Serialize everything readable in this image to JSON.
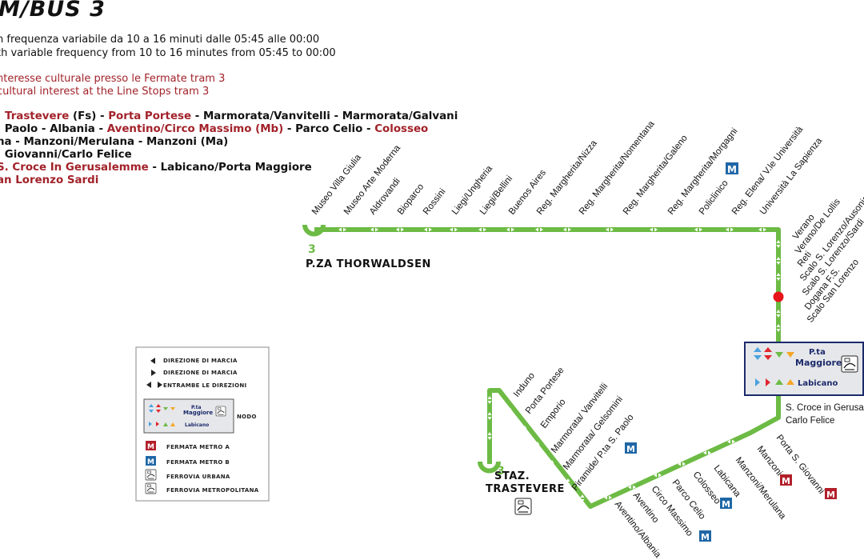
{
  "header": {
    "title": "M/BUS 3",
    "freq_it": "n frequenza variabile da 10 a 16 minuti dalle 05:45 alle 00:00",
    "freq_en": "th variable frequency from 10 to 16 minutes from 05:45 to 00:00",
    "cultural_it": "nteresse culturale presso le Fermate tram 3",
    "cultural_en": "cultural interest at the Line Stops tram 3"
  },
  "stop_lines": [
    [
      {
        "t": ": "
      },
      {
        "t": "Trastevere",
        "h": true
      },
      {
        "t": " (Fs) - "
      },
      {
        "t": "Porta Portese",
        "h": true
      },
      {
        "t": " - Marmorata/Vanvitelli - Marmorata/Galvani"
      }
    ],
    [
      {
        "t": ". Paolo - Albania - "
      },
      {
        "t": "Aventino/Circo Massimo (Mb)",
        "h": true
      },
      {
        "t": " - Parco Celio - "
      },
      {
        "t": "Colosseo",
        "h": true
      }
    ],
    [
      {
        "t": "na - Manzoni/Merulana - Manzoni (Ma)"
      }
    ],
    [
      {
        "t": ". Giovanni/Carlo Felice"
      }
    ],
    [
      {
        "t": "S. Croce In Gerusalemme",
        "h": true
      },
      {
        "t": " - Labicano/Porta Maggiore"
      }
    ],
    [
      {
        "t": "an Lorenzo Sardi",
        "h": true
      }
    ]
  ],
  "line_number": "3",
  "colors": {
    "line": "#6dbb45",
    "red": "#a2222a",
    "metro_a": "#b2202a",
    "metro_b": "#1f67a6",
    "node_border": "#1b2a6b",
    "node_bg": "#e6e7ea",
    "stop_marker": "#e8141b"
  },
  "terminals": {
    "thorwaldsen": "P.ZA THORWALDSEN",
    "trastevere_1": "STAZ.",
    "trastevere_2": "TRASTEVERE"
  },
  "top_stops": [
    "Museo Villa Giulia",
    "Museo Arte Moderna",
    "Aldrovandi",
    "Bioparco",
    "Rossini",
    "Liegi/Ungheria",
    "Liegi/Bellini",
    "Buenos Aires",
    "Reg. Margherita/Nizza",
    "Reg. Margherita/Nomentana",
    "Reg. Margherita/Galeno",
    "Reg. Margherita/Morgagni",
    "Policlinico",
    "Reg. Elena/ V.le Università",
    "Università La Sapienza"
  ],
  "right_stops": [
    "Verano",
    "Verano/De Lollis",
    "Reti",
    "Scalo S. Lorenzo/Ausonia",
    "Scalo S. Lorenzo/Sardi",
    "Dogana F.S.",
    "Scalo San Lorenzo"
  ],
  "node": {
    "top": "P.ta",
    "mid": "Maggiore",
    "bottom": "Labicano"
  },
  "south_stops_1": [
    "S. Croce in Gerusalemme",
    "Carlo Felice"
  ],
  "diag_stops": [
    "Porta S. Giovanni",
    "Manzoni",
    "Manzoni/Merulana",
    "Labicana",
    "Colosseo",
    "Parco Celio",
    "Circo Massimo",
    "Aventino",
    "Aventino/Albania"
  ],
  "left_stops": [
    "Induno",
    "Porta Portese",
    "Emporio",
    "Marmorata/ Vanvitelli",
    "Marmorata/ Gelsomini",
    "Piramide/ P.ta S. Paolo"
  ],
  "metro_letters": {
    "a": "M",
    "b": "M"
  },
  "legend": {
    "direction_1": "DIREZIONE DI MARCIA",
    "direction_2": "DIREZIONE DI MARCIA",
    "both": "ENTRAMBE LE DIREZIONI",
    "node": "NODO",
    "node_top": "P.ta",
    "node_mid": "Maggiore",
    "node_bottom": "Labicano",
    "metro_a": "FERMATA METRO A",
    "metro_b": "FERMATA METRO B",
    "rail_urban": "FERROVIA URBANA",
    "rail_metro": "FERROVIA METROPOLITANA"
  }
}
